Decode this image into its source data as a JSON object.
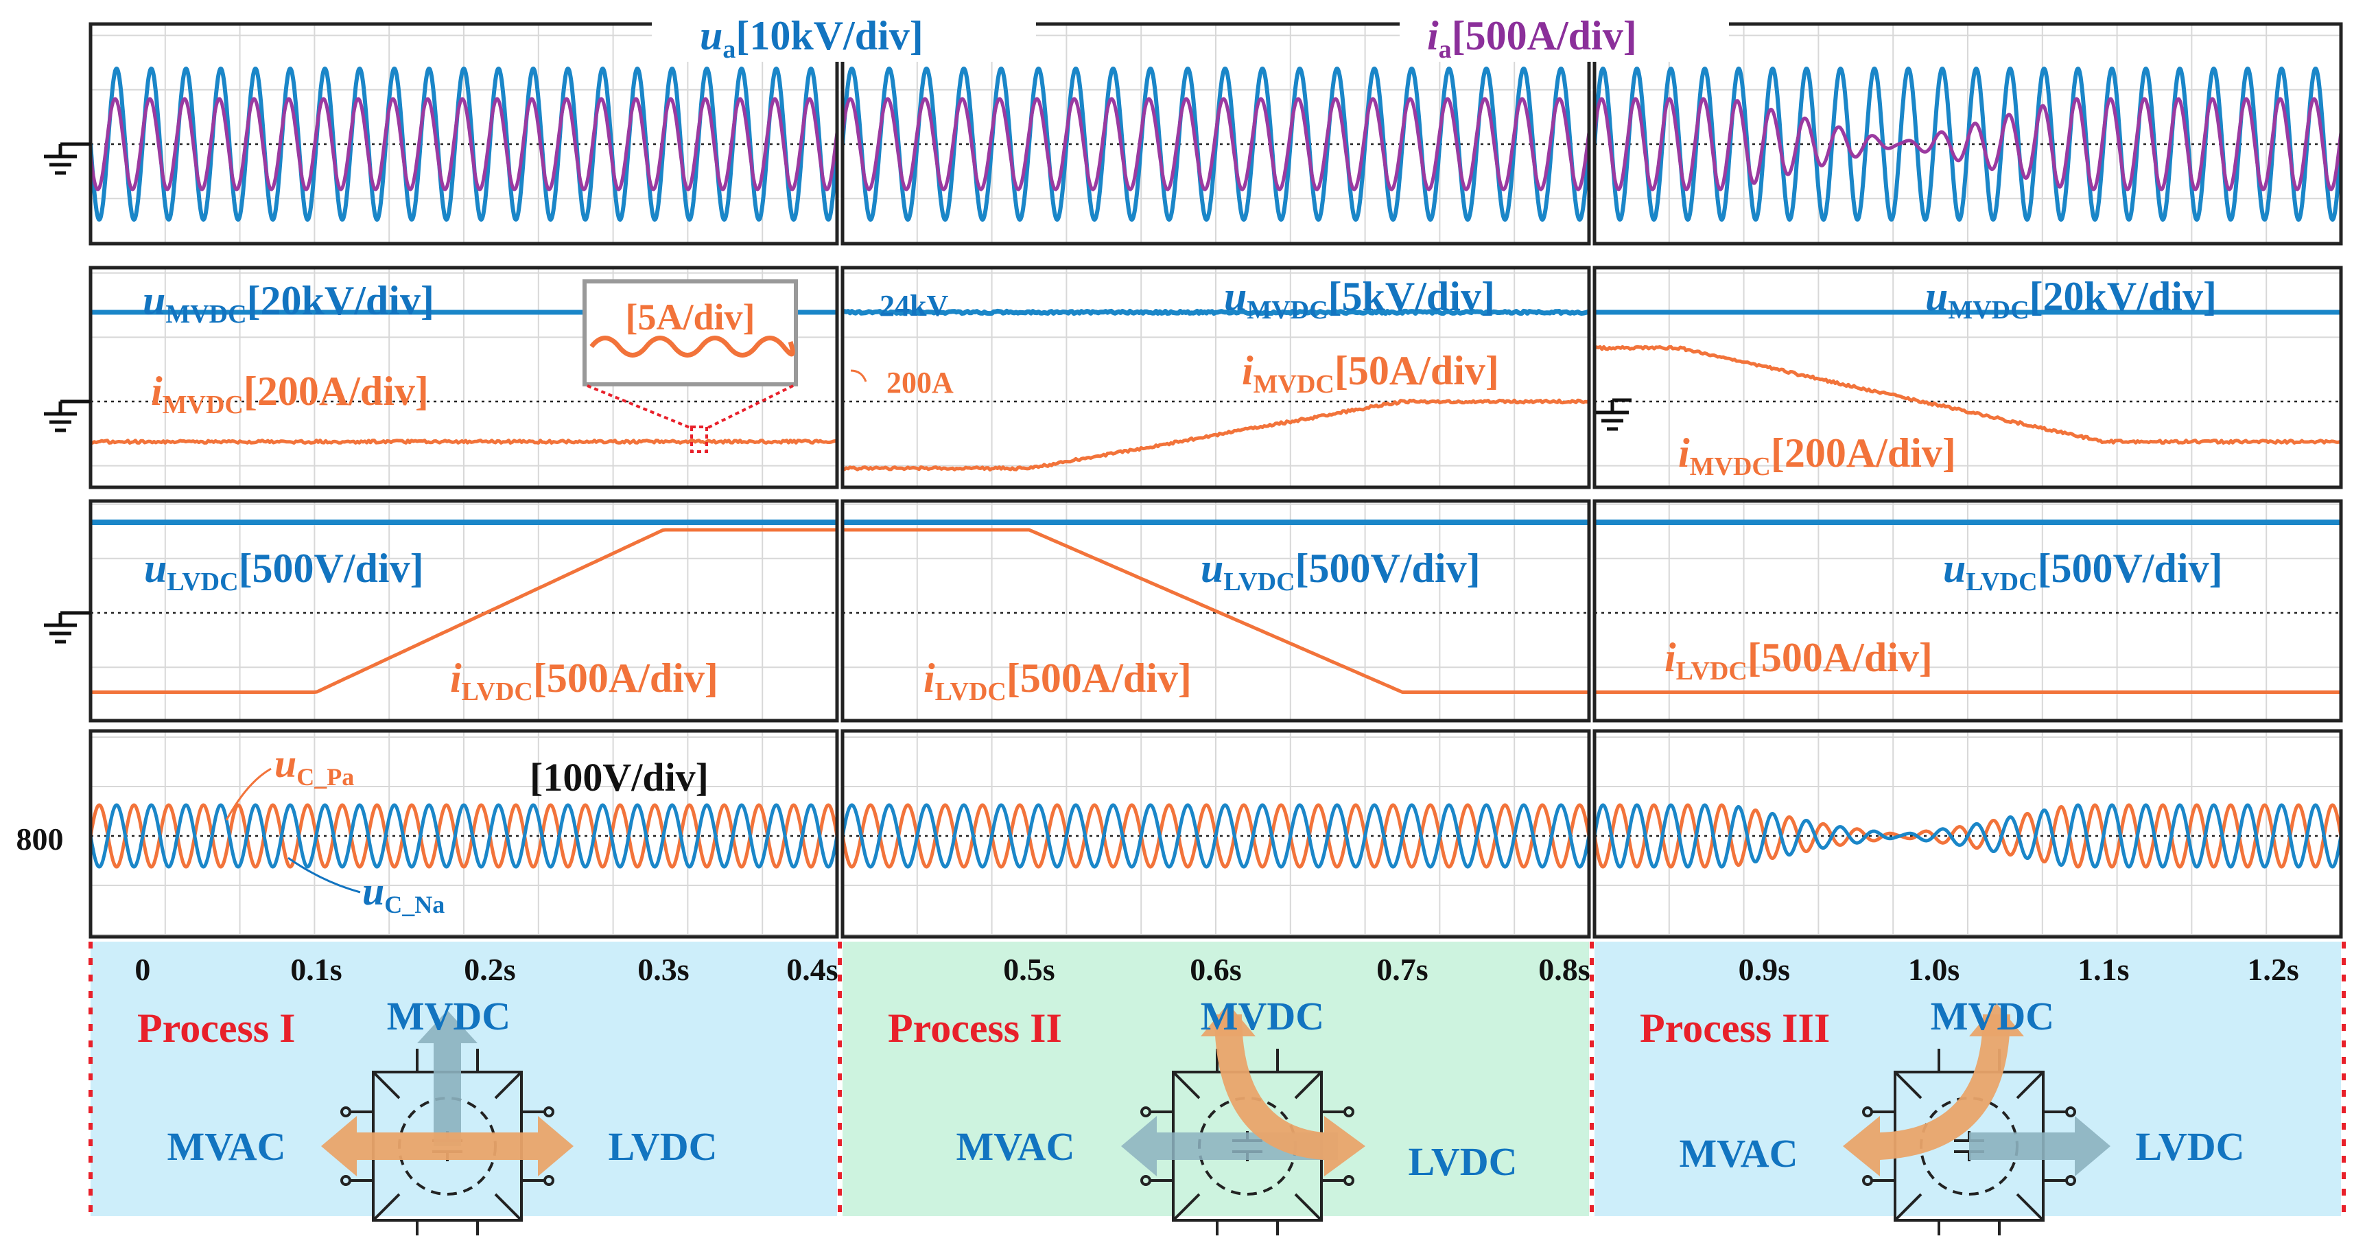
{
  "colors": {
    "voltage": "#1a86c8",
    "current": "#f2733a",
    "grid_current": "#9b3aa0",
    "label_blue": "#1274c0",
    "label_orange": "#f2733a",
    "label_purple": "#8b2f9a",
    "process_red": "#e8202a",
    "bg_blue": "#cdeefa",
    "bg_green": "#cdf3df",
    "arrow_orange": "#e9a46a",
    "arrow_gray": "#8cb1bf"
  },
  "chart_data": {
    "type": "line",
    "time_unit": "s",
    "xlim": [
      -0.03,
      1.24
    ],
    "xticks": [
      "0",
      "0.1s",
      "0.2s",
      "0.3s",
      "0.4s",
      "0.5s",
      "0.6s",
      "0.7s",
      "0.8s",
      "0.9s",
      "1.0s",
      "1.1s",
      "1.2s"
    ],
    "xtick_values": [
      0,
      0.1,
      0.2,
      0.3,
      0.4,
      0.5,
      0.6,
      0.7,
      0.8,
      0.9,
      1.0,
      1.1,
      1.2
    ],
    "segments": [
      {
        "t_start": -0.03,
        "t_end": 0.4,
        "process": "Process I"
      },
      {
        "t_start": 0.4,
        "t_end": 0.8,
        "process": "Process II"
      },
      {
        "t_start": 0.8,
        "t_end": 1.24,
        "process": "Process III"
      }
    ],
    "panels": [
      {
        "name": "ac-side",
        "series": [
          {
            "label_main": "u",
            "label_sub": "a",
            "label_scale": "[10kV/div]",
            "color": "voltage",
            "shape": "sine",
            "freq_hz": 50,
            "amplitude_div": 1.0,
            "offset_div": 0
          },
          {
            "label_main": "i",
            "label_sub": "a",
            "label_scale": "[500A/div]",
            "color": "grid_current",
            "shape": "sine",
            "freq_hz": 50,
            "phase_deg": 15,
            "amplitude_points": [
              [
                -0.03,
                0.6
              ],
              [
                0.4,
                0.6
              ],
              [
                0.8,
                0.6
              ],
              [
                0.88,
                0.6
              ],
              [
                0.94,
                0.25
              ],
              [
                0.98,
                0.02
              ],
              [
                1.02,
                0.25
              ],
              [
                1.08,
                0.6
              ],
              [
                1.24,
                0.6
              ]
            ]
          }
        ]
      },
      {
        "name": "mvdc",
        "series": [
          {
            "segment": 0,
            "label_main": "u",
            "label_sub": "MVDC",
            "label_scale": "[20kV/div]",
            "color": "voltage",
            "level_div": 1.0
          },
          {
            "segment": 0,
            "label_main": "i",
            "label_sub": "MVDC",
            "label_scale": "[200A/div]",
            "color": "current",
            "points_div": [
              [
                -0.03,
                -0.45
              ],
              [
                0.4,
                -0.45
              ]
            ]
          },
          {
            "segment": 1,
            "label_main": "u",
            "label_sub": "MVDC",
            "label_scale": "[5kV/div]",
            "color": "voltage",
            "level_div": 1.0
          },
          {
            "segment": 1,
            "label_main": "i",
            "label_sub": "MVDC",
            "label_scale": "[50A/div]",
            "color": "current",
            "points_div": [
              [
                0.4,
                -0.75
              ],
              [
                0.5,
                -0.75
              ],
              [
                0.7,
                0.0
              ],
              [
                0.8,
                0.0
              ]
            ]
          },
          {
            "segment": 2,
            "label_main": "u",
            "label_sub": "MVDC",
            "label_scale": "[20kV/div]",
            "color": "voltage",
            "level_div": 1.0
          },
          {
            "segment": 2,
            "label_main": "i",
            "label_sub": "MVDC",
            "label_scale": "[200A/div]",
            "color": "current",
            "points_div": [
              [
                0.8,
                0.6
              ],
              [
                0.85,
                0.6
              ],
              [
                1.1,
                -0.45
              ],
              [
                1.24,
                -0.45
              ]
            ]
          }
        ],
        "annotations": {
          "inset_scale": "[5A/div]",
          "mid_voltage": "24kV",
          "mid_current": "200A"
        }
      },
      {
        "name": "lvdc",
        "series": [
          {
            "label_main": "u",
            "label_sub": "LVDC",
            "label_scale": "[500V/div]",
            "color": "voltage",
            "level_div": 1.2
          },
          {
            "label_main": "i",
            "label_sub": "LVDC",
            "label_scale": "[500A/div]",
            "color": "current",
            "points_div": [
              [
                -0.03,
                -1.05
              ],
              [
                0.1,
                -1.05
              ],
              [
                0.3,
                1.1
              ],
              [
                0.5,
                1.1
              ],
              [
                0.7,
                -1.05
              ],
              [
                1.24,
                -1.05
              ]
            ]
          }
        ]
      },
      {
        "name": "capacitor",
        "scale": "[100V/div]",
        "reference_value": "800",
        "series": [
          {
            "label_main": "u",
            "label_sub": "C_Pa",
            "color": "current",
            "shape": "sine",
            "freq_hz": 50,
            "phase_deg": 180
          },
          {
            "label_main": "u",
            "label_sub": "C_Na",
            "color": "voltage",
            "shape": "sine",
            "freq_hz": 50,
            "phase_deg": 0
          }
        ],
        "amplitude_points": [
          [
            -0.03,
            0.45
          ],
          [
            0.8,
            0.45
          ],
          [
            0.88,
            0.45
          ],
          [
            0.94,
            0.15
          ],
          [
            0.98,
            0.02
          ],
          [
            1.02,
            0.15
          ],
          [
            1.08,
            0.45
          ],
          [
            1.24,
            0.45
          ]
        ]
      }
    ]
  },
  "processes": [
    {
      "name": "Process I",
      "label_mvdc": "MVDC",
      "label_mvac": "MVAC",
      "label_lvdc": "LVDC"
    },
    {
      "name": "Process II",
      "label_mvdc": "MVDC",
      "label_mvac": "MVAC",
      "label_lvdc": "LVDC"
    },
    {
      "name": "Process III",
      "label_mvdc": "MVDC",
      "label_mvac": "MVAC",
      "label_lvdc": "LVDC"
    }
  ]
}
